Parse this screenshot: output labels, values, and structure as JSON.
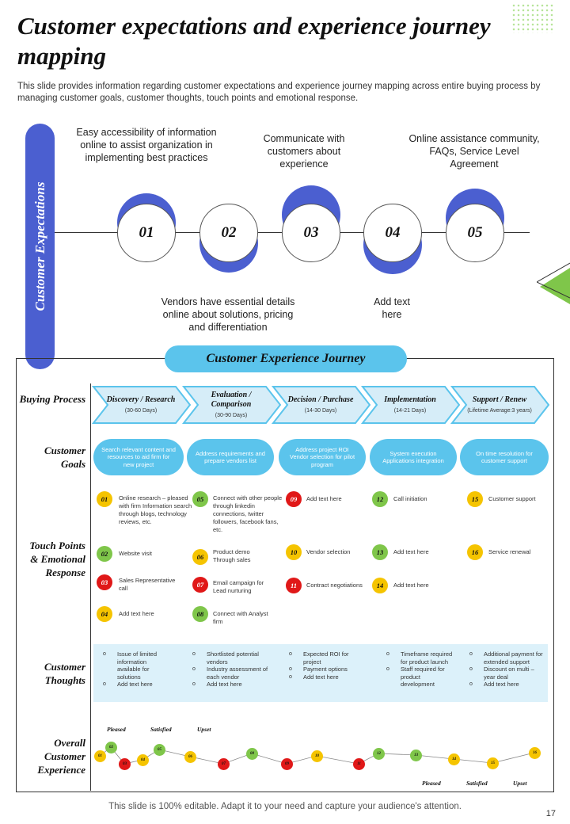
{
  "title": "Customer expectations and experience journey mapping",
  "subtitle": "This slide provides information regarding customer expectations and experience journey mapping across entire buying process by managing customer goals, customer thoughts, touch points and emotional response.",
  "expectations_label": "Customer Expectations",
  "steps": [
    "01",
    "02",
    "03",
    "04",
    "05"
  ],
  "expectations_top": [
    "Easy accessibility of information online to assist organization in implementing best practices",
    "Communicate with customers about experience",
    "Online assistance community, FAQs, Service Level Agreement"
  ],
  "expectations_bottom": [
    "Vendors have essential details online about solutions, pricing and differentiation",
    "Add text here"
  ],
  "journey_title": "Customer Experience Journey",
  "row_labels": {
    "buying": "Buying Process",
    "goals": "Customer Goals",
    "touch": "Touch Points & Emotional Response",
    "thoughts": "Customer Thoughts",
    "overall": "Overall Customer Experience"
  },
  "buying_process": [
    {
      "title": "Discovery / Research",
      "sub": "(30-60 Days)"
    },
    {
      "title": "Evaluation / Comparison",
      "sub": "(30-90 Days)"
    },
    {
      "title": "Decision / Purchase",
      "sub": "(14-30 Days)"
    },
    {
      "title": "Implementation",
      "sub": "(14-21 Days)"
    },
    {
      "title": "Support / Renew",
      "sub": "(Lifetime Average:3 years)"
    }
  ],
  "goals": [
    "Search relevant content and resources to aid firm for new project",
    "Address requirements and prepare vendors list",
    "Address project ROI Vendor selection for pilot program",
    "System execution Applications integration",
    "On time resolution for customer support"
  ],
  "touch_points": [
    {
      "num": "01",
      "text": "Online research – pleased with firm Information search through blogs, technology reviews, etc."
    },
    {
      "num": "02",
      "text": "Website visit"
    },
    {
      "num": "03",
      "text": "Sales Representative call"
    },
    {
      "num": "04",
      "text": "Add text here"
    },
    {
      "num": "05",
      "text": "Connect with other people through linkedin connections, twitter followers, facebook fans, etc."
    },
    {
      "num": "06",
      "text": "Product demo Through sales"
    },
    {
      "num": "07",
      "text": "Email campaign for Lead nurturing"
    },
    {
      "num": "08",
      "text": "Connect with Analyst firm"
    },
    {
      "num": "09",
      "text": "Add text here"
    },
    {
      "num": "10",
      "text": "Vendor selection"
    },
    {
      "num": "11",
      "text": "Contract negotiations"
    },
    {
      "num": "12",
      "text": "Call initiation"
    },
    {
      "num": "13",
      "text": "Add text here"
    },
    {
      "num": "14",
      "text": "Add text here"
    },
    {
      "num": "15",
      "text": "Customer support"
    },
    {
      "num": "16",
      "text": "Service renewal"
    }
  ],
  "thoughts": [
    [
      "Issue of limited information available for solutions",
      "Add text here"
    ],
    [
      "Shortlisted potential vendors",
      "Industry assessment of each vendor",
      "Add text here"
    ],
    [
      "Expected ROI for project",
      "Payment options",
      "Add text here"
    ],
    [
      "Timeframe required for product launch",
      "Staff required for product development"
    ],
    [
      "Additional payment for extended support",
      "Discount on multi – year deal",
      "Add text here"
    ]
  ],
  "overall_legend_top": [
    "Pleased",
    "Satisfied",
    "Upset"
  ],
  "overall_legend_bottom": [
    "Pleased",
    "Satisfied",
    "Upset"
  ],
  "overall_points": [
    "01",
    "02",
    "03",
    "04",
    "05",
    "06",
    "07",
    "08",
    "09",
    "10",
    "11",
    "12",
    "13",
    "14",
    "15",
    "16"
  ],
  "colors": {
    "blue": "#4b5fd0",
    "cyan": "#5bc4ec",
    "yellow": "#f5c400",
    "green": "#7fc64a",
    "red": "#e01818"
  },
  "footer": "This slide is 100% editable. Adapt it to your need and capture your audience's attention.",
  "page_number": "17"
}
